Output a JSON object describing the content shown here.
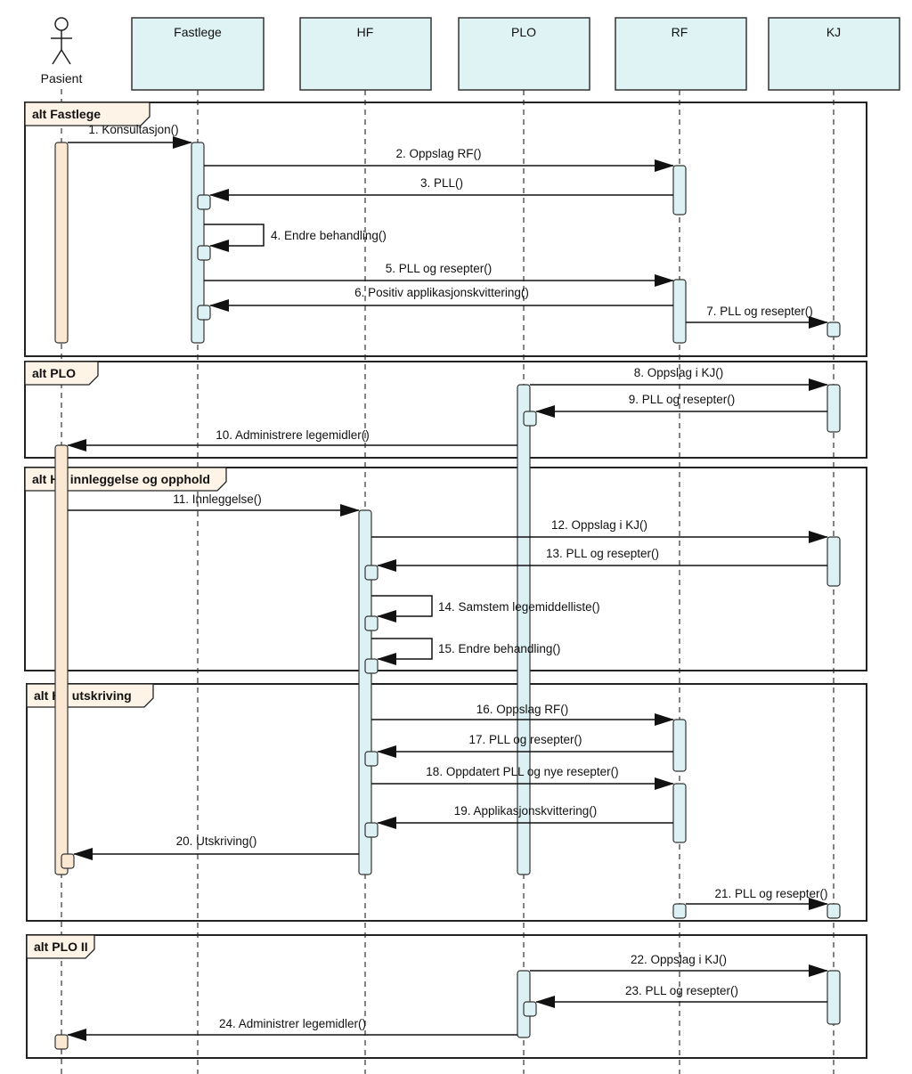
{
  "colors": {
    "participant_fill": "#dff3f4",
    "participant_stroke": "#333333",
    "activation_fill": "#dcf1f3",
    "actor_activation_fill": "#fbe8d2",
    "frame_label_fill": "#fdf3e7",
    "line": "#111111"
  },
  "actor": {
    "name": "Pasient",
    "icon": "stick-figure-icon"
  },
  "participants": [
    {
      "id": "fastlege",
      "name": "Fastlege"
    },
    {
      "id": "hf",
      "name": "HF"
    },
    {
      "id": "plo",
      "name": "PLO"
    },
    {
      "id": "rf",
      "name": "RF"
    },
    {
      "id": "kj",
      "name": "KJ"
    }
  ],
  "frames": [
    {
      "label": "alt Fastlege"
    },
    {
      "label": "alt PLO"
    },
    {
      "label": "alt HF innleggelse og opphold"
    },
    {
      "label": "alt HF utskriving"
    },
    {
      "label": "alt PLO II"
    }
  ],
  "messages": [
    {
      "from": "pasient",
      "to": "fastlege",
      "label": "1. Konsultasjon()"
    },
    {
      "from": "fastlege",
      "to": "rf",
      "label": "2. Oppslag RF()"
    },
    {
      "from": "rf",
      "to": "fastlege",
      "label": "3. PLL()"
    },
    {
      "from": "fastlege",
      "to": "fastlege",
      "label": "4. Endre behandling()"
    },
    {
      "from": "fastlege",
      "to": "rf",
      "label": "5. PLL og resepter()"
    },
    {
      "from": "rf",
      "to": "fastlege",
      "label": "6. Positiv applikasjonskvittering()"
    },
    {
      "from": "rf",
      "to": "kj",
      "label": "7. PLL og resepter()"
    },
    {
      "from": "plo",
      "to": "kj",
      "label": "8. Oppslag i KJ()"
    },
    {
      "from": "kj",
      "to": "plo",
      "label": "9. PLL og resepter()"
    },
    {
      "from": "plo",
      "to": "pasient",
      "label": "10. Administrere legemidler()"
    },
    {
      "from": "pasient",
      "to": "hf",
      "label": "11. Innleggelse()"
    },
    {
      "from": "hf",
      "to": "kj",
      "label": "12. Oppslag i KJ()"
    },
    {
      "from": "kj",
      "to": "hf",
      "label": "13. PLL og resepter()"
    },
    {
      "from": "hf",
      "to": "hf",
      "label": "14. Samstem legemiddelliste()"
    },
    {
      "from": "hf",
      "to": "hf",
      "label": "15. Endre behandling()"
    },
    {
      "from": "hf",
      "to": "rf",
      "label": "16. Oppslag RF()"
    },
    {
      "from": "rf",
      "to": "hf",
      "label": "17. PLL og resepter()"
    },
    {
      "from": "hf",
      "to": "rf",
      "label": "18. Oppdatert PLL og nye resepter()"
    },
    {
      "from": "rf",
      "to": "hf",
      "label": "19. Applikasjonskvittering()"
    },
    {
      "from": "hf",
      "to": "pasient",
      "label": "20. Utskriving()"
    },
    {
      "from": "rf",
      "to": "kj",
      "label": "21. PLL og resepter()"
    },
    {
      "from": "plo",
      "to": "kj",
      "label": "22. Oppslag i KJ()"
    },
    {
      "from": "kj",
      "to": "plo",
      "label": "23. PLL og resepter()"
    },
    {
      "from": "plo",
      "to": "pasient",
      "label": "24. Administrer legemidler()"
    }
  ]
}
